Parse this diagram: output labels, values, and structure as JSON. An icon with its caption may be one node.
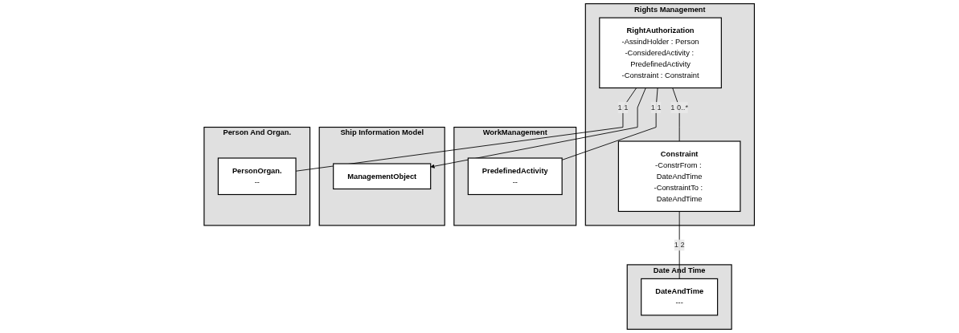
{
  "diagram": {
    "nodes": [
      {
        "text": [
          "Rights Management"
        ]
      },
      {
        "text": [
          "RightAuthorization",
          "-AssindHolder : Person",
          "-ConsideredActivity : PredefinedActivity",
          "-Constraint : Constraint"
        ],
        "in": 0
      },
      {
        "text": [
          "Constraint",
          "-ConstrFrom : DateAndTime",
          "-ConstraintTo : DateAndTime"
        ],
        "in": 0
      },
      {
        "text": [
          "WorkManagement"
        ]
      },
      {
        "text": [
          "PredefinedActivity",
          "--"
        ],
        "in": 3
      },
      {
        "text": [
          "Ship Information Model"
        ]
      },
      {
        "text": [
          "ManagementObject"
        ],
        "in": 5
      },
      {
        "text": [
          "Person And Organ."
        ]
      },
      {
        "text": [
          "PersonOrgan.",
          "--"
        ],
        "in": 7
      },
      {
        "text": [
          "Date And Time"
        ]
      },
      {
        "text": [
          "DateAndTime",
          "---"
        ],
        "in": 9
      }
    ],
    "edges": [
      {
        "from": 1,
        "to": 2,
        "arrow": "none",
        "label": "1 0..*"
      },
      {
        "from": 1,
        "to": 8,
        "arrow": "none",
        "label": "1 1"
      },
      {
        "from": 1,
        "to": 6,
        "arrow": "to"
      },
      {
        "from": 1,
        "to": 4,
        "arrow": "none",
        "label": "1 1"
      },
      {
        "from": 2,
        "to": 10,
        "arrow": "none",
        "label": "1 2"
      }
    ]
  }
}
